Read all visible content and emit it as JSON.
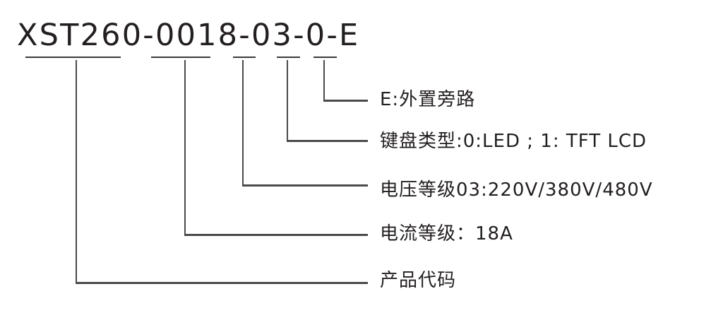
{
  "model_code": "XST260-0018-03-0-E",
  "segments": [
    {
      "id": "product-code",
      "text": "XST260",
      "label": "产品代码"
    },
    {
      "id": "current-rating",
      "text": "0018",
      "label": "电流等级：18A"
    },
    {
      "id": "voltage-rating",
      "text": "03",
      "label": "电压等级03:220V/380V/480V"
    },
    {
      "id": "keyboard-type",
      "text": "0",
      "label": "键盘类型:0:LED ; 1: TFT LCD"
    },
    {
      "id": "bypass",
      "text": "E",
      "label": "E:外置旁路"
    }
  ],
  "colors": {
    "text": "#231f20",
    "lines": "#4a4a4a",
    "background": "#ffffff"
  }
}
